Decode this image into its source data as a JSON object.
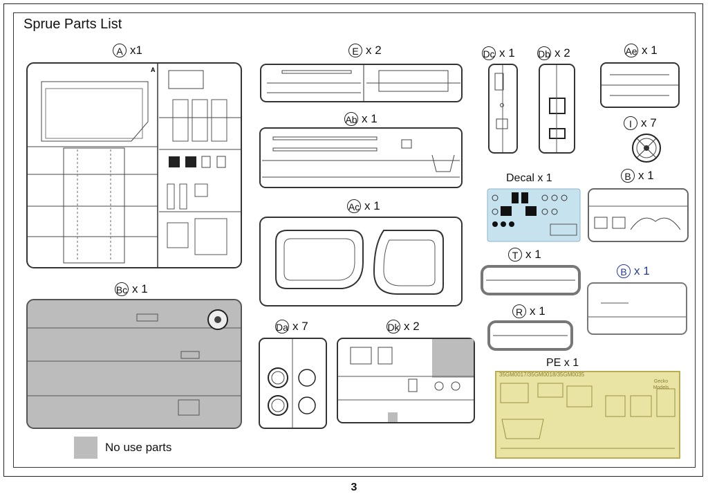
{
  "page": {
    "title": "Sprue Parts List",
    "page_number": "3",
    "legend_label": "No use parts"
  },
  "sprues": [
    {
      "id": "A",
      "qty": "x1"
    },
    {
      "id": "E",
      "qty": "x 2"
    },
    {
      "id": "Dc",
      "qty": "x 1"
    },
    {
      "id": "Db",
      "qty": "x 2"
    },
    {
      "id": "Ae",
      "qty": "x 1"
    },
    {
      "id": "Ab",
      "qty": "x 1"
    },
    {
      "id": "I",
      "qty": "x 7"
    },
    {
      "id": "B",
      "qty": "x 1"
    },
    {
      "id": "Ac",
      "qty": "x 1"
    },
    {
      "id": "T",
      "qty": "x 1"
    },
    {
      "id": "Bc",
      "qty": "x 1"
    },
    {
      "id": "B",
      "qty": "x 1"
    },
    {
      "id": "R",
      "qty": "x 1"
    },
    {
      "id": "Da",
      "qty": "x 7"
    },
    {
      "id": "Dk",
      "qty": "x 2"
    }
  ],
  "decal": {
    "label": "Decal x 1",
    "colors": {
      "background": "#c6e2ef"
    }
  },
  "pe": {
    "label": "PE x 1",
    "codes": "35GM0017/35GM0018/35GM0035",
    "brand": "Gecko Models",
    "colors": {
      "fret": "#e9e3a4",
      "border": "#b9ae55"
    }
  },
  "colors": {
    "unused": "#bcbcbc",
    "blue_label": "#223a96",
    "sprue_line": "#333333"
  }
}
